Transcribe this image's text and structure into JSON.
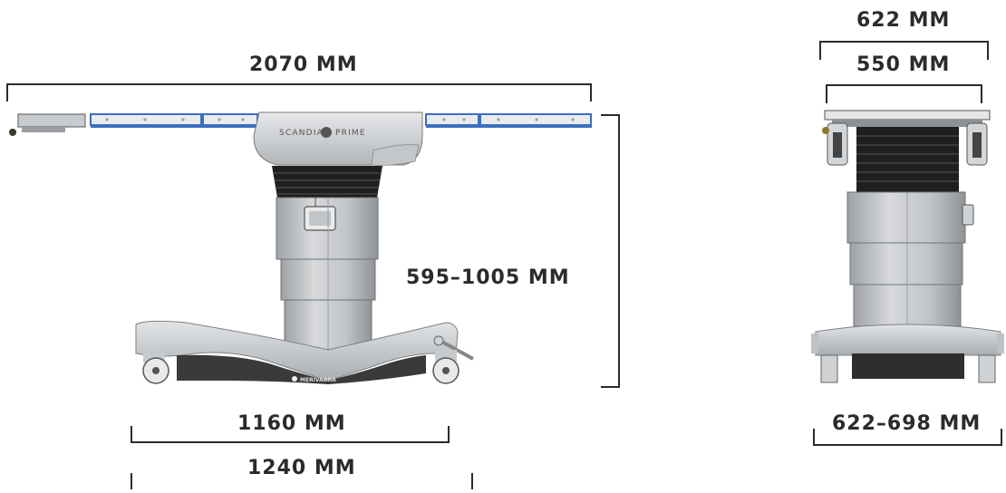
{
  "dimensions": {
    "side_length": "2070 MM",
    "side_height": "595–1005 MM",
    "base_length": "1160 MM",
    "wheelbase_length": "1240 MM",
    "end_rail_width": "622 MM",
    "end_top_width": "550 MM",
    "end_base_width": "622–698 MM"
  },
  "labels": {
    "tabletop_brand": "SCANDIA",
    "tabletop_model": "PRIME",
    "base_brand": "MERIVAARA"
  },
  "colors": {
    "line": "#2b2b2b",
    "rail_blue": "#3b6fc0",
    "body_grey": "#b8bbbe",
    "body_light": "#d4d6d8",
    "bellows": "#1f1f1f",
    "base_dark": "#3a3a3a"
  }
}
